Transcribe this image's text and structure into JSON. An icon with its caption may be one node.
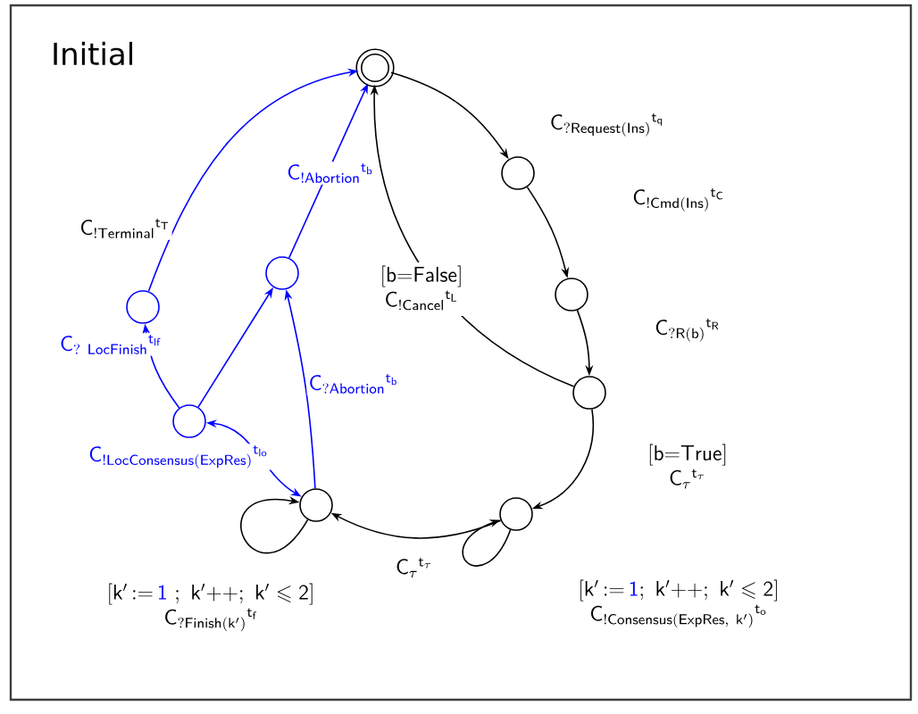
{
  "diagram": {
    "nodes": [
      {
        "text": [],
        "shape": "circle"
      },
      {
        "text": [],
        "shape": "circle"
      },
      {
        "text": [],
        "shape": "circle"
      },
      {
        "text": [],
        "shape": "circle"
      },
      {
        "text": [],
        "shape": "circle"
      },
      {
        "text": [],
        "shape": "circle"
      },
      {
        "text": [],
        "shape": "circle"
      },
      {
        "text": [],
        "shape": "circle"
      },
      {
        "text": [],
        "shape": "circle"
      }
    ],
    "edges": [
      {
        "from": 0,
        "to": 1,
        "arrow": "to",
        "label": "\\mathsf{C}_{\\mathsf{?Request(Ins)}}{}^{\\mathsf{t}_{\\mathsf{q}}}"
      },
      {
        "from": 1,
        "to": 2,
        "arrow": "to",
        "label": "\\mathsf{C}_{\\mathsf{!Cmd(Ins)}}{}^{\\mathsf{t}_{\\mathsf{C}}}"
      },
      {
        "from": 2,
        "to": 3,
        "arrow": "to",
        "label": "\\mathsf{C}_{\\mathsf{?R(b)}}{}^{\\mathsf{t}_{\\mathsf{R}}}"
      },
      {
        "from": 3,
        "to": 0,
        "arrow": "to",
        "label": "\\begin{array}{c}\\mathsf{[b{=}False]}\\\\ \\mathsf{C}_{\\mathsf{!Cancel}}{}^{\\mathsf{t}_{\\mathsf{L}}}\\end{array}"
      },
      {
        "from": 3,
        "to": 4,
        "arrow": "to",
        "label": "\\begin{array}{c}\\mathsf{[b{=}True]}\\\\ \\mathsf{C}_{\\tau}{}^{\\mathsf{t}_{\\tau}}\\end{array}"
      },
      {
        "from": 4,
        "to": 4,
        "arrow": "to",
        "label": "\\begin{array}{c}\\mathsf{[k'\\,{:=}\\,{\\color{blue}1};\\ k'{+}{+};\\ k'}\\leqslant\\mathsf{2]}\\\\ \\mathsf{C}_{\\mathsf{!Consensus(ExpRes,\\ k')}}{}^{\\mathsf{t}_{\\mathsf{o}}}\\end{array}"
      },
      {
        "from": 4,
        "to": 5,
        "arrow": "to",
        "label": "\\mathsf{C}_{\\tau}{}^{\\mathsf{t}_{\\tau}}"
      },
      {
        "from": 5,
        "to": 5,
        "arrow": "to",
        "label": "\\begin{array}{c}\\mathsf{[k'\\,{:=}\\,{\\color{blue}1}\\ ;\\ k'{+}{+};\\ k'}\\leqslant\\mathsf{2]}\\\\ \\mathsf{C}_{\\mathsf{?Finish(k')}}{}^{\\mathsf{t}_{\\mathsf{f}}}\\end{array}"
      },
      {
        "from": 6,
        "to": 5,
        "arrow": "both",
        "color": "#0000ff",
        "label": "\\mathsf{C}_{\\mathsf{!LocConsensus(ExpRes)}}{}^{\\mathsf{t}_{\\mathsf{lo}}}"
      },
      {
        "from": 6,
        "to": 7,
        "arrow": "to",
        "color": "#0000ff",
        "label": "\\mathsf{C}_{\\mathsf{?\\ LocFinish}}{}^{\\mathsf{t}_{\\mathsf{lf}}}"
      },
      {
        "from": 7,
        "to": 0,
        "arrow": "to",
        "color": "#0000ff",
        "label": "\\mathsf{C}_{\\mathsf{!Terminal}}{}^{\\mathsf{t}_{\\mathsf{T}}}"
      },
      {
        "from": 6,
        "to": 8,
        "arrow": "to",
        "color": "#0000ff"
      },
      {
        "from": 5,
        "to": 8,
        "arrow": "to",
        "color": "#0000ff",
        "label": "\\mathsf{C}_{\\mathsf{?Abortion}}{}^{\\mathsf{t}_{\\mathsf{b}}}"
      },
      {
        "from": 8,
        "to": 0,
        "arrow": "to",
        "color": "#0000ff",
        "label": "\\mathsf{C}_{\\mathsf{!Abortion}}{}^{\\mathsf{t}_{\\mathsf{b}}}"
      }
    ],
    "labels": [
      "Initial"
    ]
  }
}
